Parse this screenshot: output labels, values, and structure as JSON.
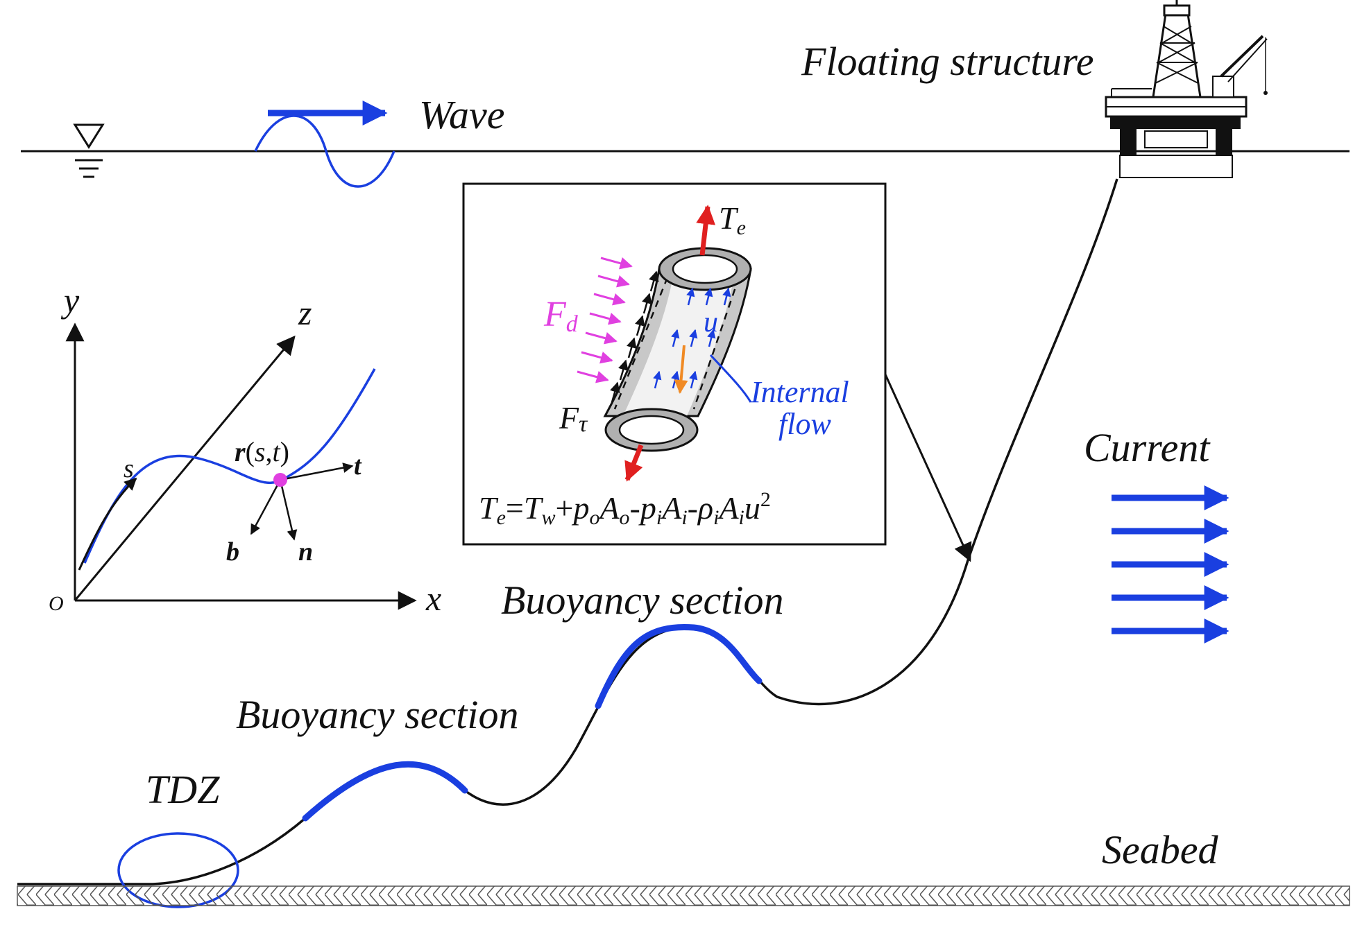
{
  "labels": {
    "floating_structure": "Floating structure",
    "wave": "Wave",
    "current": "Current",
    "seabed": "Seabed",
    "buoyancy_upper": "Buoyancy section",
    "buoyancy_lower": "Buoyancy section",
    "tdz": "TDZ",
    "internal_flow_line1": "Internal",
    "internal_flow_line2": "flow"
  },
  "coordinate_frame": {
    "axis_x": "x",
    "axis_y": "y",
    "axis_z": "z",
    "origin": "O",
    "arc_length": "s",
    "tangent": "t",
    "normal": "n",
    "binormal": "b",
    "position_vector": {
      "bold": "r",
      "open": "(",
      "s": "s",
      "comma": ",",
      "t": "t",
      "close": ")"
    }
  },
  "inset": {
    "tension_symbol": "T",
    "tension_sub": "e",
    "drag_symbol": "F",
    "drag_sub": "d",
    "friction_symbol": "F",
    "friction_sub": "τ",
    "velocity_symbol": "u",
    "equation": {
      "lhs": "T",
      "lhs_sub": "e",
      "eq": "=",
      "t1": "T",
      "t1_sub": "w",
      "plus": "+",
      "t2a": "p",
      "t2a_sub": "o",
      "t2b": "A",
      "t2b_sub": "o",
      "minus1": "-",
      "t3a": "p",
      "t3a_sub": "i",
      "t3b": "A",
      "t3b_sub": "i",
      "minus2": "-",
      "t4a": "ρ",
      "t4a_sub": "i",
      "t4b": "A",
      "t4b_sub": "i",
      "t4c": "u",
      "t4c_sup": "2"
    }
  },
  "colors": {
    "riser": "#111111",
    "buoyancy": "#1a3fe0",
    "flow_arrows": "#1a3fe0",
    "drag_arrows": "#e040e0",
    "tension_arrows": "#e02020",
    "gravity_arrow": "#f08a24",
    "point_marker": "#e040e0",
    "seabed_hatch": "#555555"
  }
}
